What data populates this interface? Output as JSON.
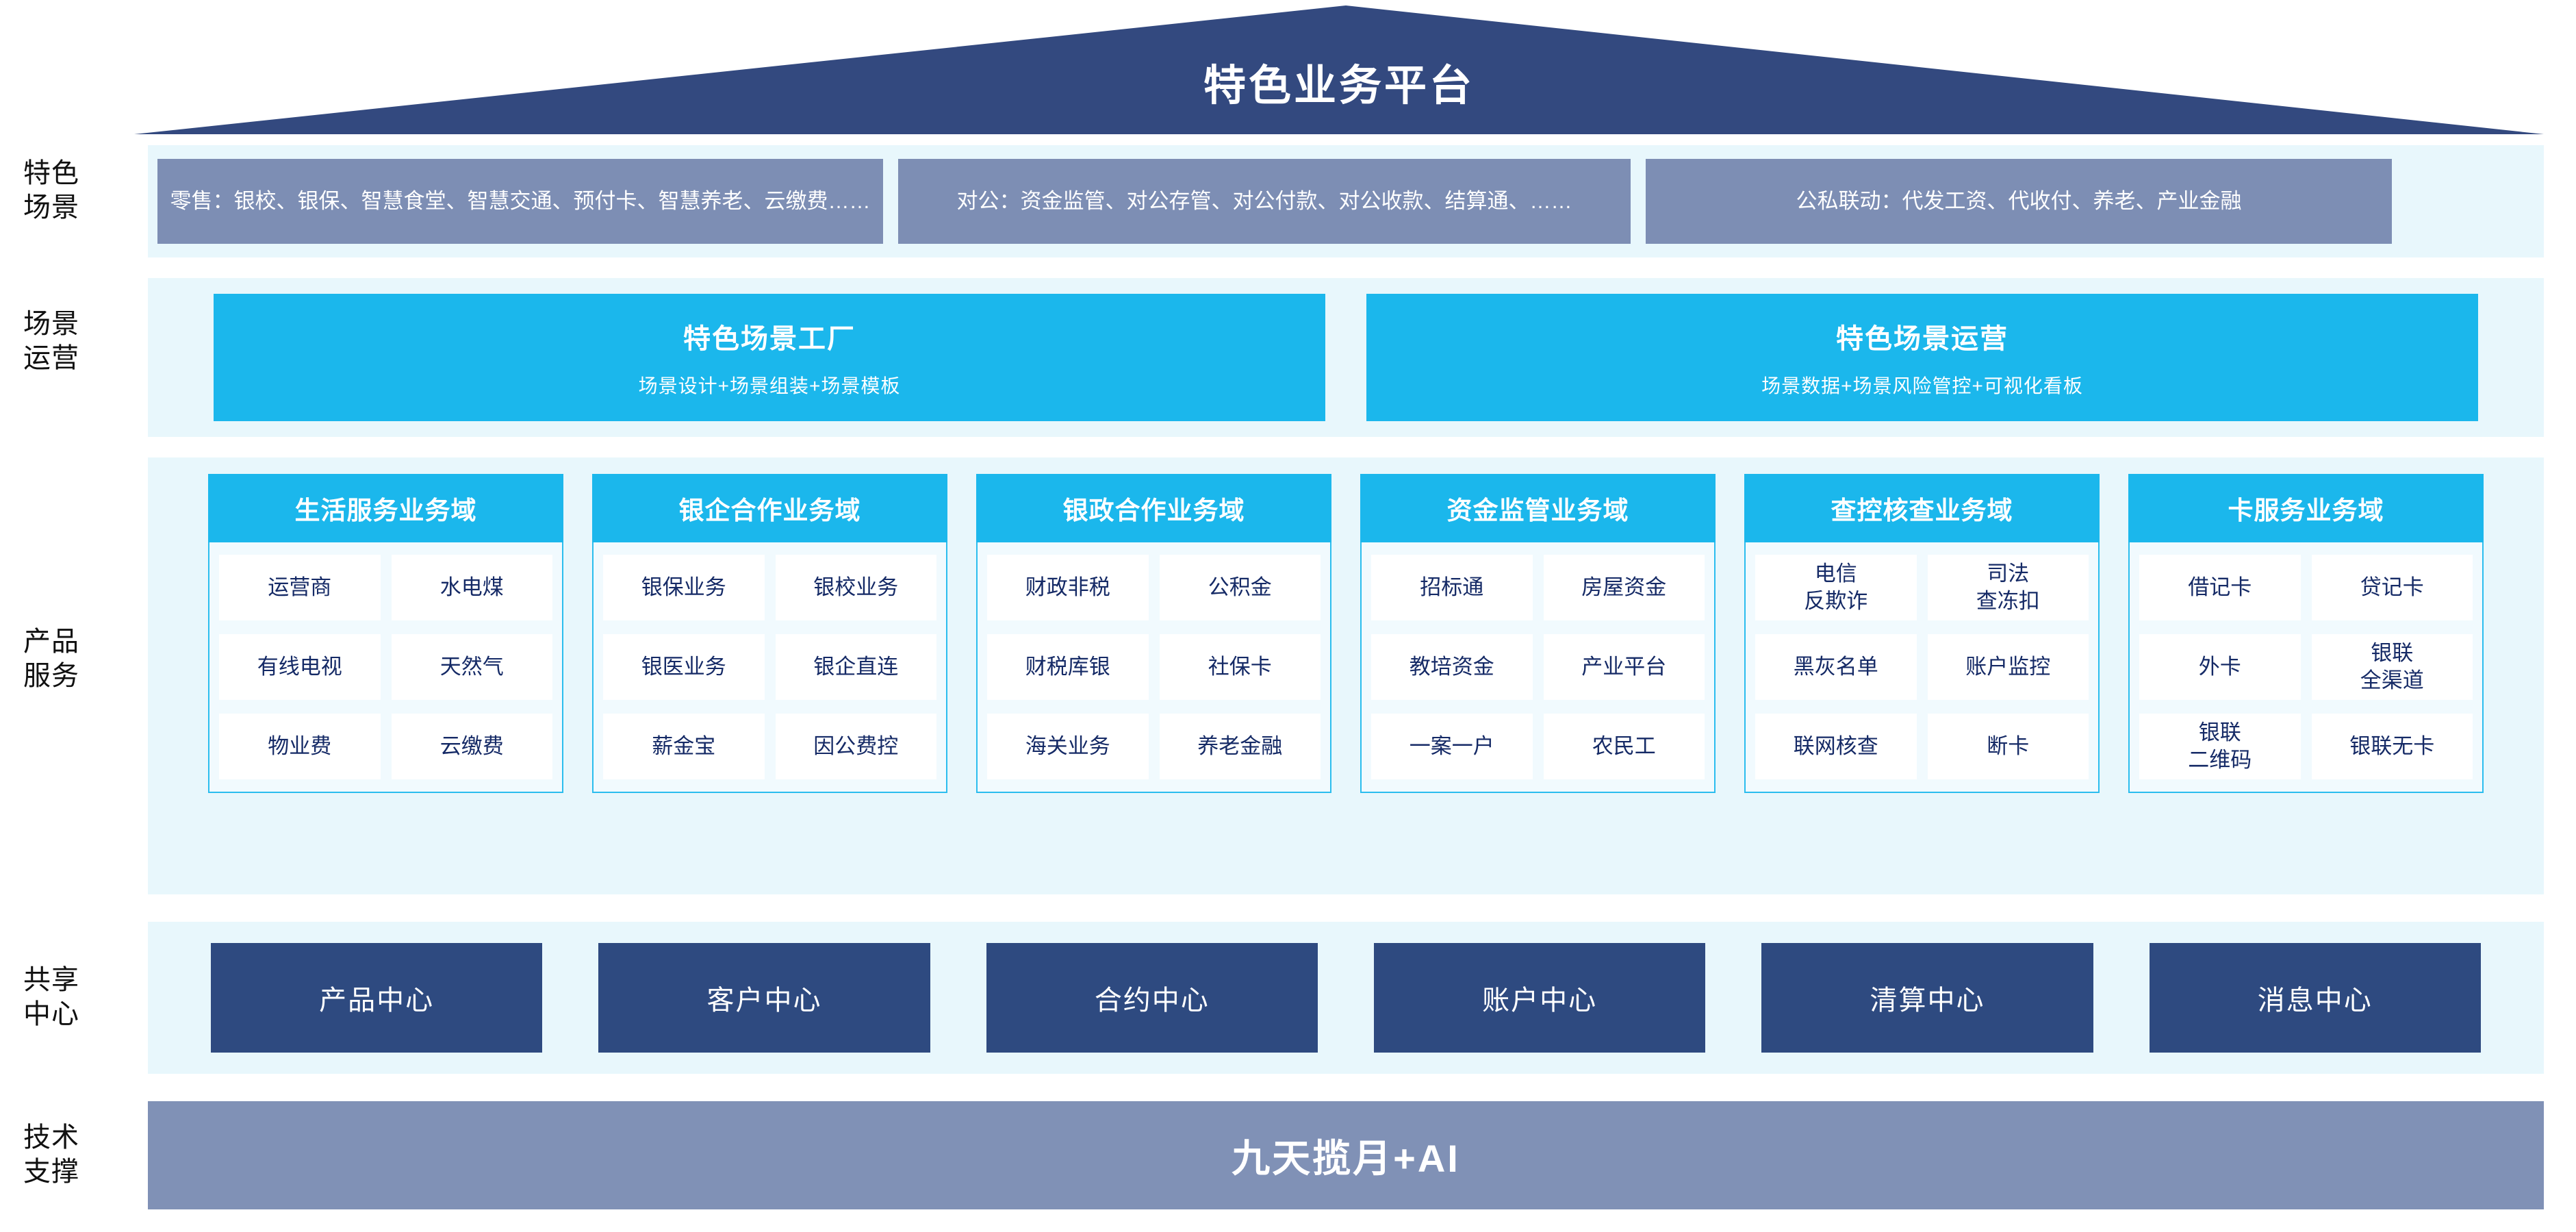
{
  "roof": {
    "title": "特色业务平台",
    "color": "#33497F"
  },
  "row_labels": [
    {
      "id": "scene",
      "line1": "特色",
      "line2": "场景"
    },
    {
      "id": "ops",
      "line1": "场景",
      "line2": "运营"
    },
    {
      "id": "product",
      "line1": "产品",
      "line2": "服务"
    },
    {
      "id": "shared",
      "line1": "共享",
      "line2": "中心"
    },
    {
      "id": "tech",
      "line1": "技术",
      "line2": "支撑"
    }
  ],
  "scenes": {
    "box_color": "#7D8EB4",
    "items": [
      {
        "label": "零售：银校、银保、智慧食堂、智慧交通、预付卡、智慧养老、云缴费……"
      },
      {
        "label": "对公：资金监管、对公存管、对公付款、对公收款、结算通、……"
      },
      {
        "label": "公私联动：代发工资、代收付、养老、产业金融"
      }
    ]
  },
  "operations": {
    "box_color": "#1BB7EC",
    "items": [
      {
        "title": "特色场景工厂",
        "subtitle": "场景设计+场景组装+场景模板"
      },
      {
        "title": "特色场景运营",
        "subtitle": "场景数据+场景风险管控+可视化看板"
      }
    ]
  },
  "product_domains": {
    "header_color": "#1BB7EC",
    "cell_text_color": "#152A66",
    "items": [
      {
        "title": "生活服务业务域",
        "rows": [
          [
            "运营商",
            "水电煤"
          ],
          [
            "有线电视",
            "天然气"
          ],
          [
            "物业费",
            "云缴费"
          ]
        ]
      },
      {
        "title": "银企合作业务域",
        "rows": [
          [
            "银保业务",
            "银校业务"
          ],
          [
            "银医业务",
            "银企直连"
          ],
          [
            "薪金宝",
            "因公费控"
          ]
        ]
      },
      {
        "title": "银政合作业务域",
        "rows": [
          [
            "财政非税",
            "公积金"
          ],
          [
            "财税库银",
            "社保卡"
          ],
          [
            "海关业务",
            "养老金融"
          ]
        ]
      },
      {
        "title": "资金监管业务域",
        "rows": [
          [
            "招标通",
            "房屋资金"
          ],
          [
            "教培资金",
            "产业平台"
          ],
          [
            "一案一户",
            "农民工"
          ]
        ]
      },
      {
        "title": "查控核查业务域",
        "rows": [
          [
            "电信\n反欺诈",
            "司法\n查冻扣"
          ],
          [
            "黑灰名单",
            "账户监控"
          ],
          [
            "联网核查",
            "断卡"
          ]
        ]
      },
      {
        "title": "卡服务业务域",
        "rows": [
          [
            "借记卡",
            "贷记卡"
          ],
          [
            "外卡",
            "银联\n全渠道"
          ],
          [
            "银联\n二维码",
            "银联无卡"
          ]
        ]
      }
    ]
  },
  "shared_centers": {
    "box_color": "#2E4A80",
    "items": [
      {
        "label": "产品中心"
      },
      {
        "label": "客户中心"
      },
      {
        "label": "合约中心"
      },
      {
        "label": "账户中心"
      },
      {
        "label": "清算中心"
      },
      {
        "label": "消息中心"
      }
    ]
  },
  "tech_base": {
    "title": "九天揽月+AI",
    "color": "#8091B6"
  }
}
